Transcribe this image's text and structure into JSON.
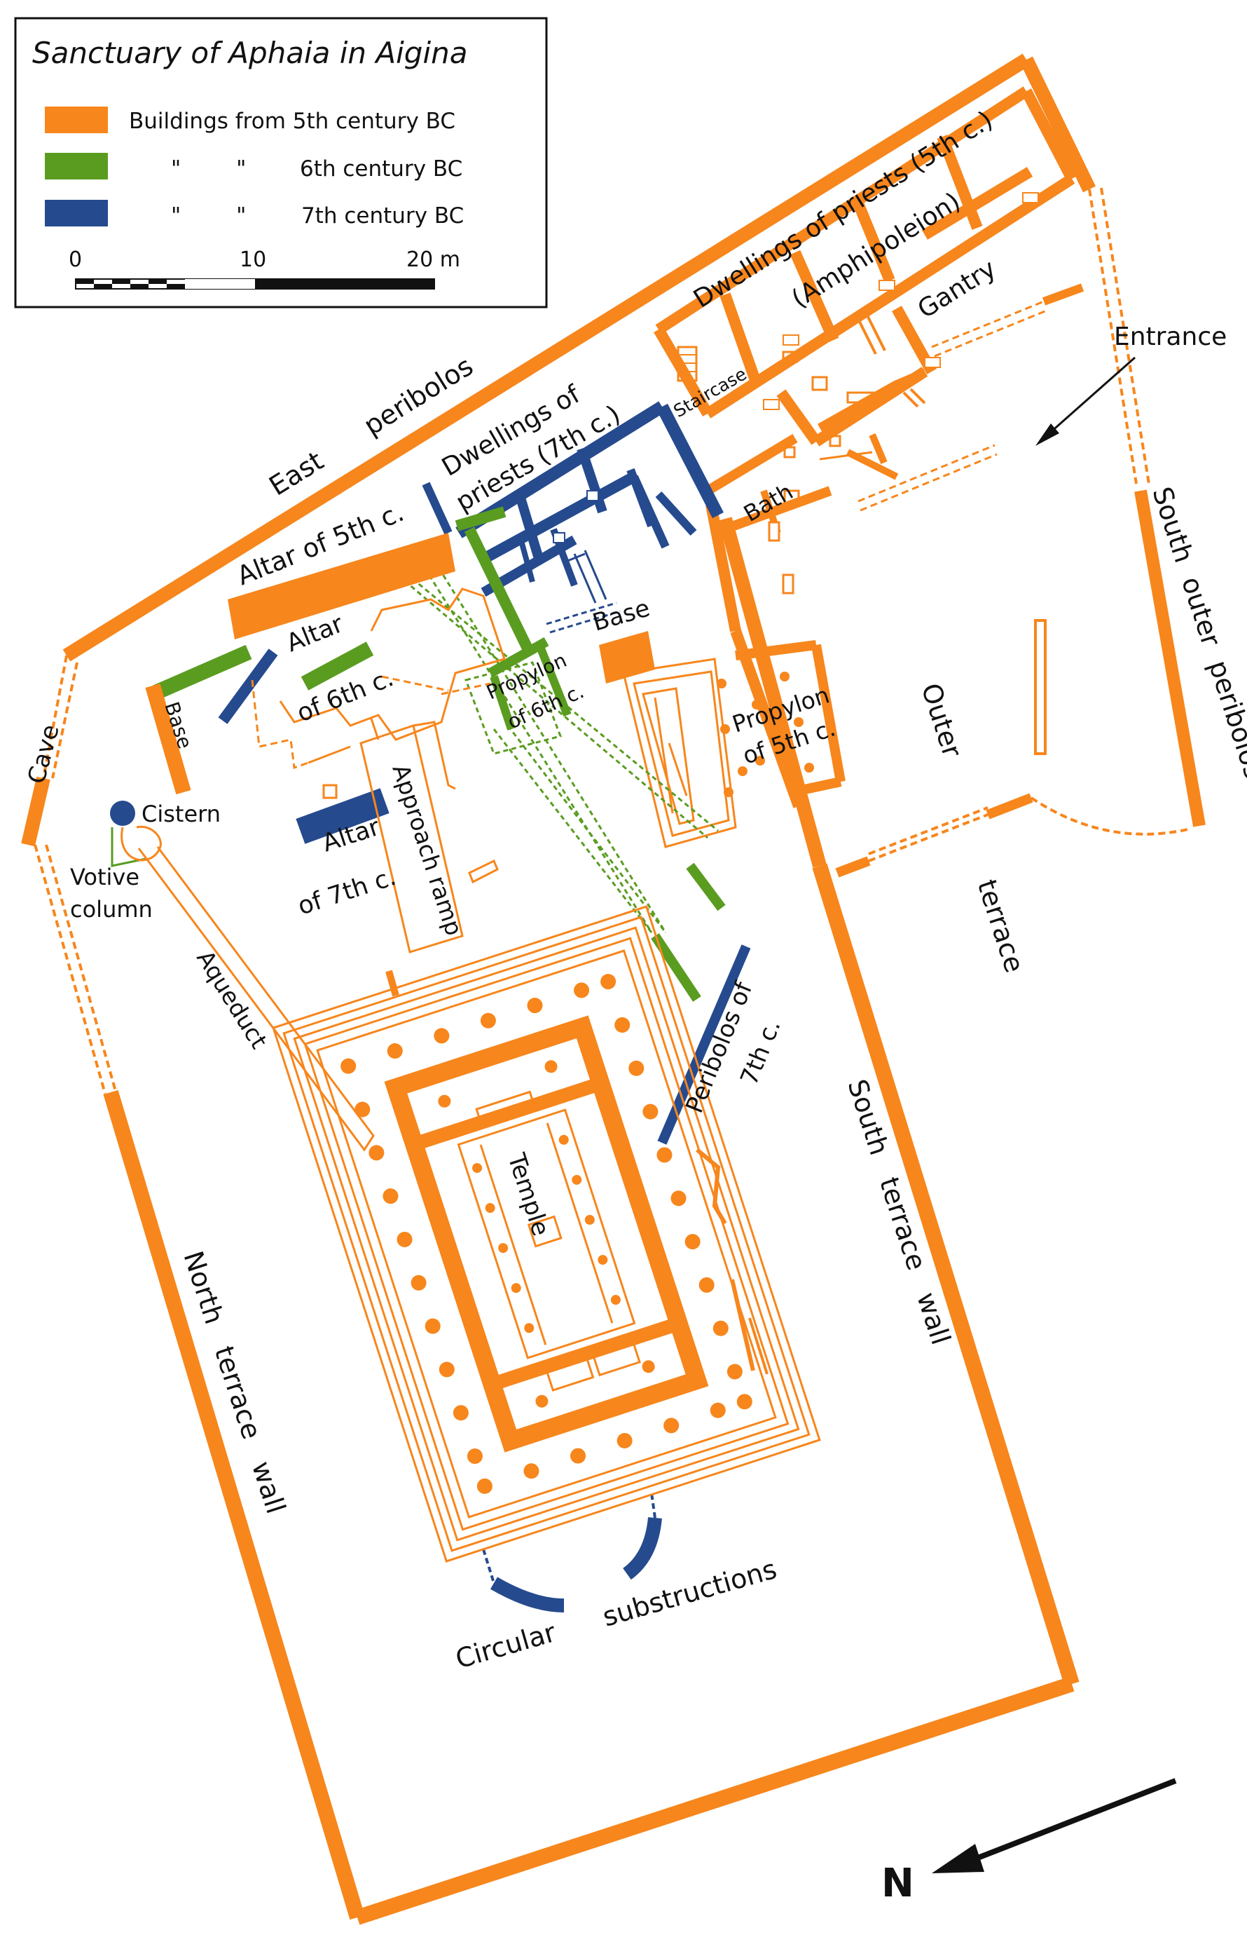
{
  "legend": {
    "title": "Sanctuary of Aphaia in Aigina",
    "items": [
      {
        "prefix": "",
        "label": "Buildings from 5th century BC",
        "color": "#f7861c"
      },
      {
        "prefix": "\"        \"",
        "label": "6th century BC",
        "color": "#5a9c20"
      },
      {
        "prefix": "\"        \"",
        "label": "7th century BC",
        "color": "#254a8e"
      }
    ],
    "scale": {
      "tick0": "0",
      "tick10": "10",
      "tick20": "20 m"
    }
  },
  "labels": {
    "east_peribolos_1": "East",
    "east_peribolos_2": "peribolos",
    "dwellings_7th_1": "Dwellings of",
    "dwellings_7th_2": "priests (7th c.)",
    "dwellings_5th_1": "Dwellings of priests (5th c.)",
    "dwellings_5th_2": "(Amphipoleion)",
    "gantry": "Gantry",
    "staircase": "Staircase",
    "entrance": "Entrance",
    "bath": "Bath",
    "altar_5th": "Altar of 5th c.",
    "altar_6th_1": "Altar",
    "altar_6th_2": "of 6th c.",
    "base_left": "Base",
    "base_right": "Base",
    "propylon_6th_1": "Propylon",
    "propylon_6th_2": "of 6th c.",
    "propylon_5th_1": "Propylon",
    "propylon_5th_2": "of 5th c.",
    "outer": "Outer",
    "terrace": "terrace",
    "south_outer_peribolos": "South  outer  peribolos",
    "cave": "Cave",
    "cistern": "Cistern",
    "votive_1": "Votive",
    "votive_2": "column",
    "altar_7th_1": "Altar",
    "altar_7th_2": "of 7th c.",
    "approach_ramp": "Approach ramp",
    "aqueduct": "Aqueduct",
    "peribolos_7th_1": "Peribolos of",
    "peribolos_7th_2": "7th c.",
    "temple": "Temple",
    "south_terrace_wall": "South   terrace   wall",
    "north_terrace_wall": "North   terrace   wall",
    "circular": "Circular",
    "substructions": "substructions",
    "north": "N"
  },
  "colors": {
    "century_5": "#f7861c",
    "century_6": "#5a9c20",
    "century_7": "#254a8e"
  }
}
